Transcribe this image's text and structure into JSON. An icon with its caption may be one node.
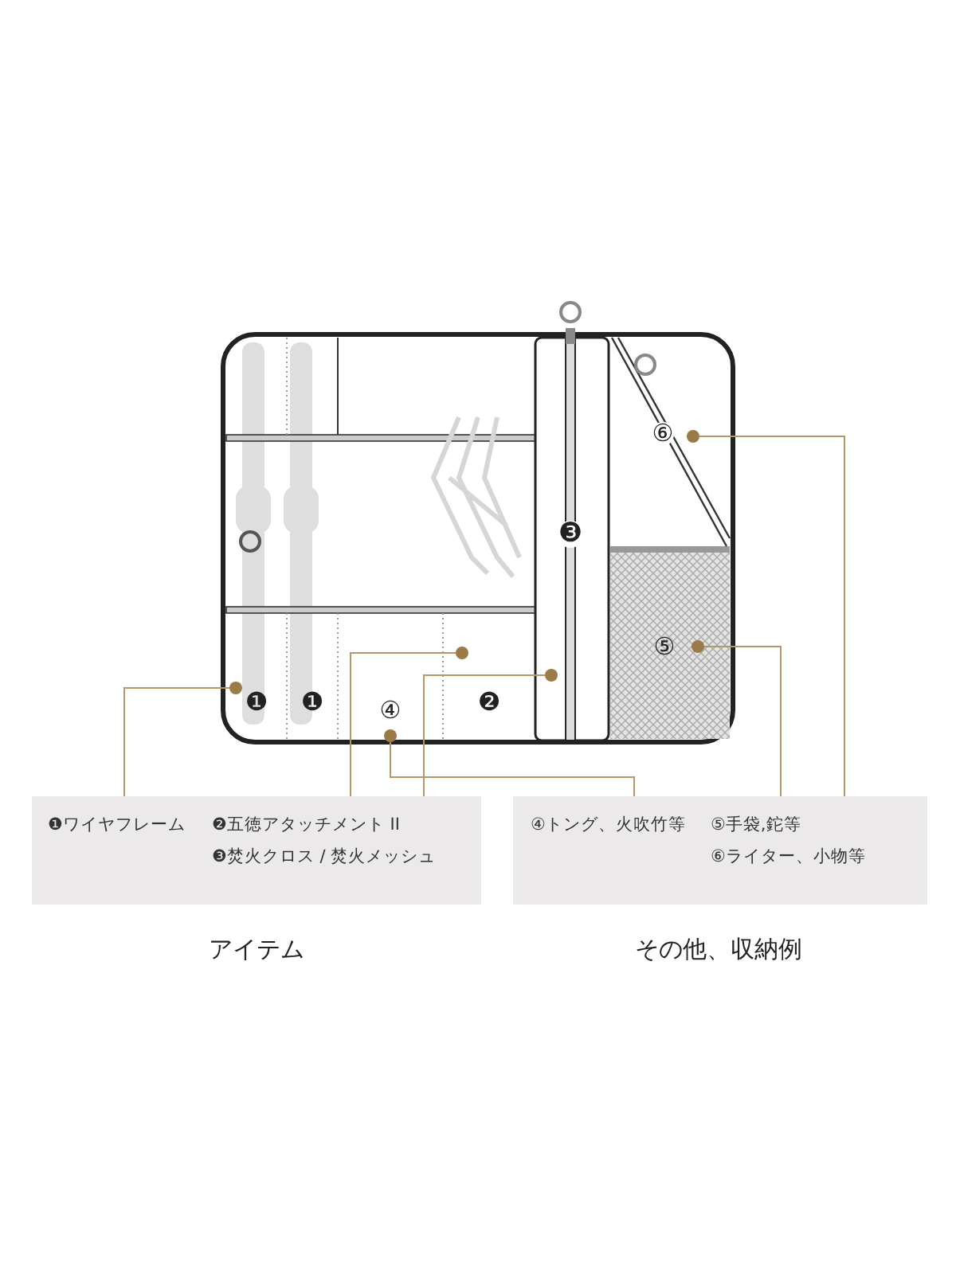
{
  "diagram": {
    "nodes": [
      {
        "text": [],
        "shape": "box"
      },
      {
        "text": [
          "❶ワイヤフレーム"
        ],
        "in": 0
      },
      {
        "text": [
          "❷五徳アタッチメント II"
        ],
        "in": 0
      },
      {
        "text": [
          "❸焚火クロス / 焚火メッシュ"
        ],
        "in": 0
      },
      {
        "text": [],
        "shape": "box"
      },
      {
        "text": [
          "④トング、火吹竹等"
        ],
        "in": 4
      },
      {
        "text": [
          "⑤手袋,鉈等"
        ],
        "in": 4
      },
      {
        "text": [
          "⑥ライター、小物等"
        ],
        "in": 4
      },
      {
        "text": [],
        "shape": "circle"
      },
      {
        "text": [],
        "shape": "circle"
      },
      {
        "text": [],
        "shape": "circle"
      },
      {
        "text": [],
        "shape": "circle"
      },
      {
        "text": [],
        "shape": "circle"
      },
      {
        "text": [],
        "shape": "circle"
      }
    ],
    "edges": [
      {
        "from": 8,
        "to": 1,
        "arrow": "none"
      },
      {
        "from": 9,
        "to": 2,
        "arrow": "none"
      },
      {
        "from": 10,
        "to": 3,
        "arrow": "none"
      },
      {
        "from": 11,
        "to": 5,
        "arrow": "none"
      },
      {
        "from": 12,
        "to": 6,
        "arrow": "none"
      },
      {
        "from": 13,
        "to": 7,
        "arrow": "none"
      }
    ],
    "labels": [
      "⑥",
      "❸",
      "⑤",
      "❶",
      "❶",
      "④",
      "❷",
      "アイテム",
      "その他、収納例"
    ]
  }
}
